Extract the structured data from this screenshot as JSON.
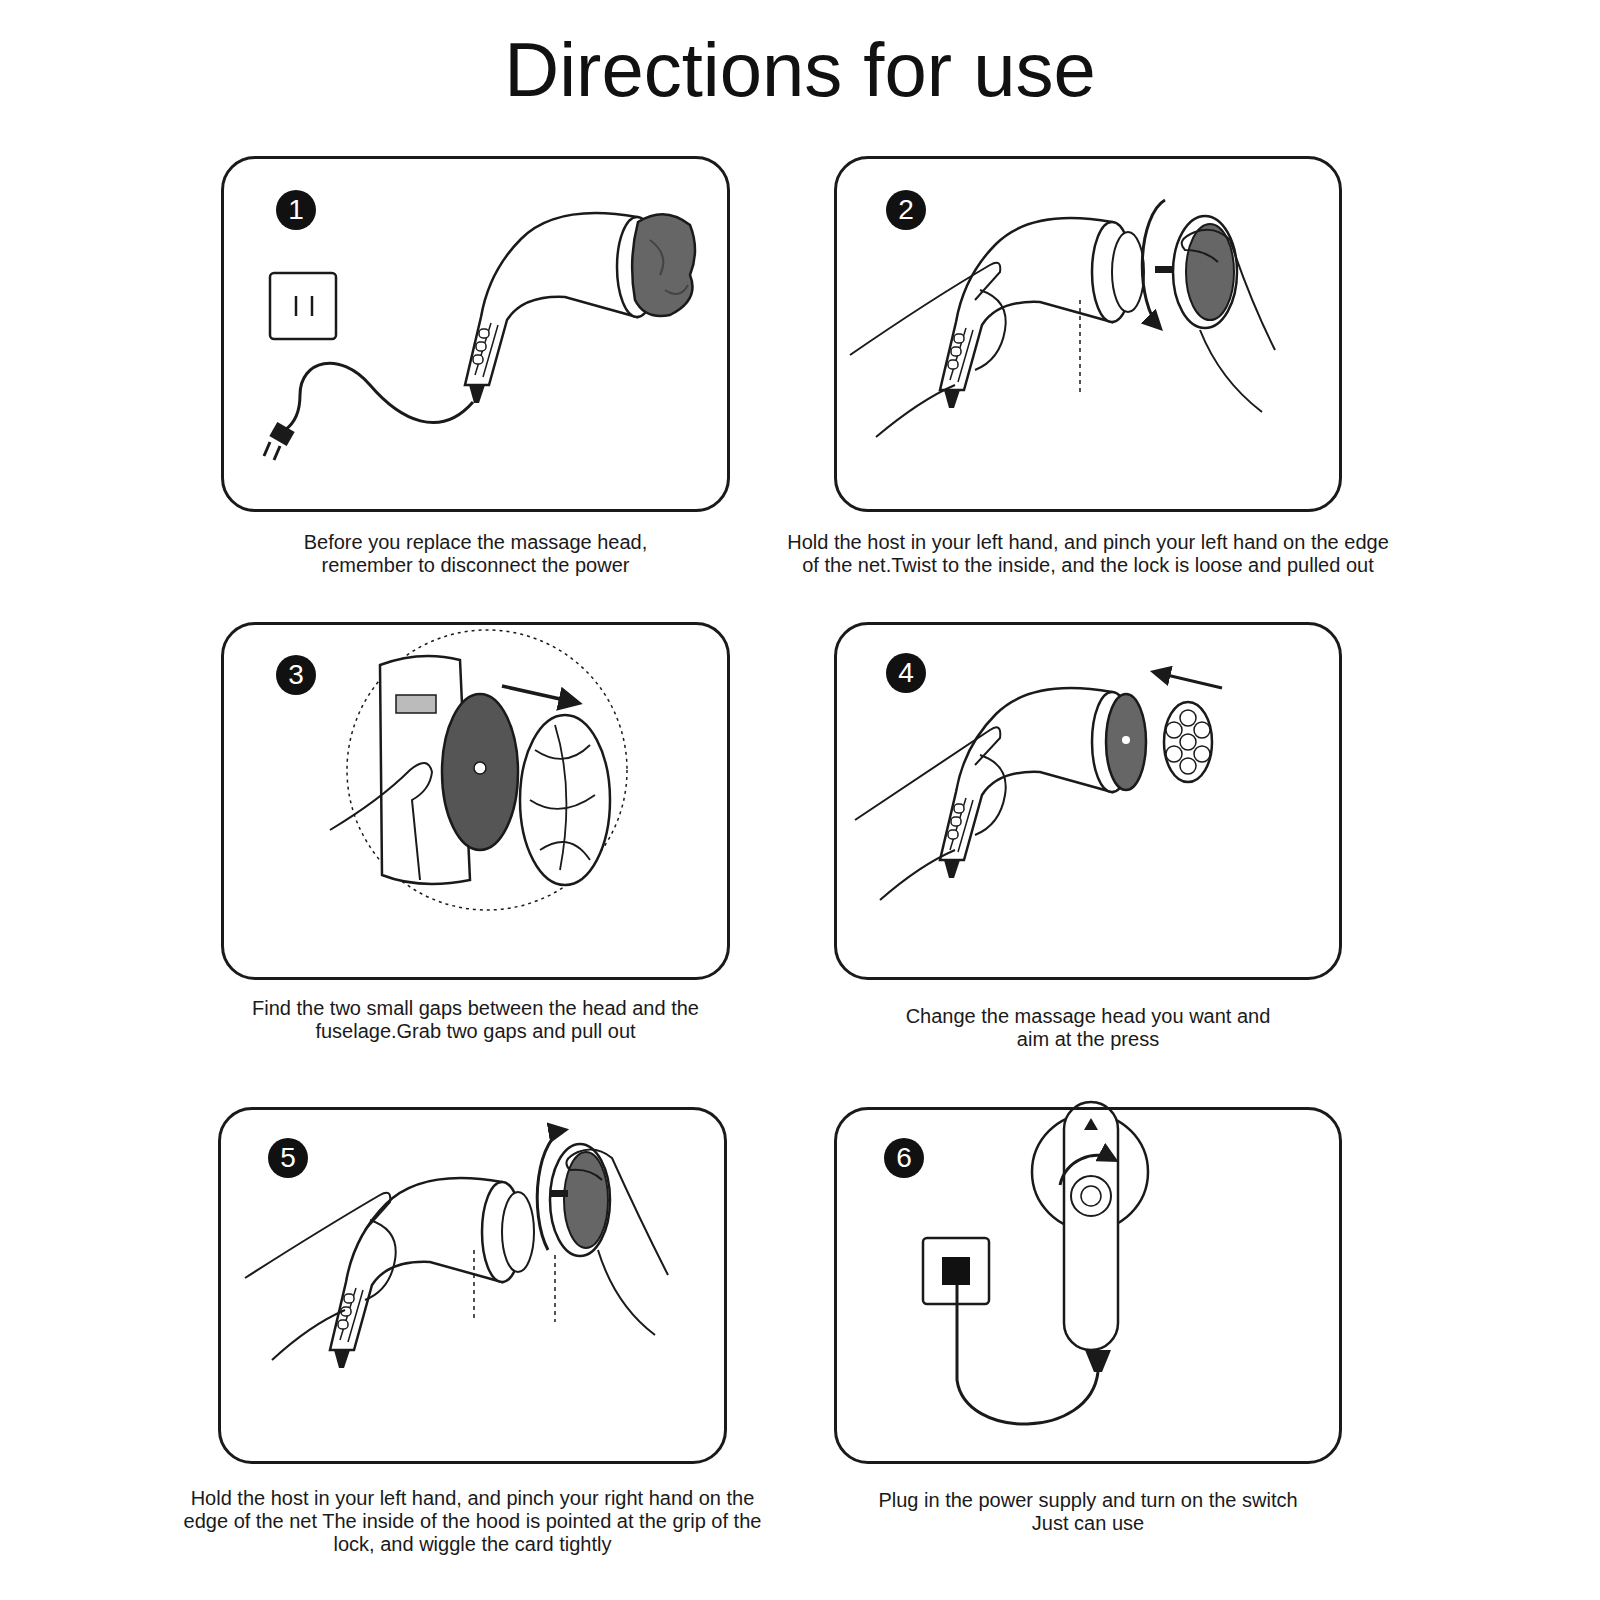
{
  "diagram": {
    "title": "Directions for use",
    "nodes": [
      {
        "text": [
          "Before you replace the massage head, remember to disconnect the power"
        ]
      },
      {
        "text": [
          "1"
        ],
        "in": 0
      },
      {
        "text": [
          "Hold the host in your left hand, and pinch your left hand on the edge of the net.Twist to the inside, and the lock is loose and pulled out"
        ]
      },
      {
        "text": [
          "2"
        ],
        "in": 2
      },
      {
        "text": [
          "Find the two small gaps between the head and the fuselage.Grab two gaps and pull out"
        ]
      },
      {
        "text": [
          "3"
        ],
        "in": 4
      },
      {
        "text": [
          "Change the massage head you want and aim at the press"
        ]
      },
      {
        "text": [
          "4"
        ],
        "in": 6
      },
      {
        "text": [
          "Hold the host in your left hand, and pinch your right hand on the edge of the net The inside of the hood is pointed at the grip of the lock, and wiggle the card tightly"
        ]
      },
      {
        "text": [
          "5"
        ],
        "in": 8
      },
      {
        "text": [
          "Plug in the power supply and turn on the switch Just can use"
        ]
      },
      {
        "text": [
          "6"
        ],
        "in": 10
      }
    ]
  }
}
